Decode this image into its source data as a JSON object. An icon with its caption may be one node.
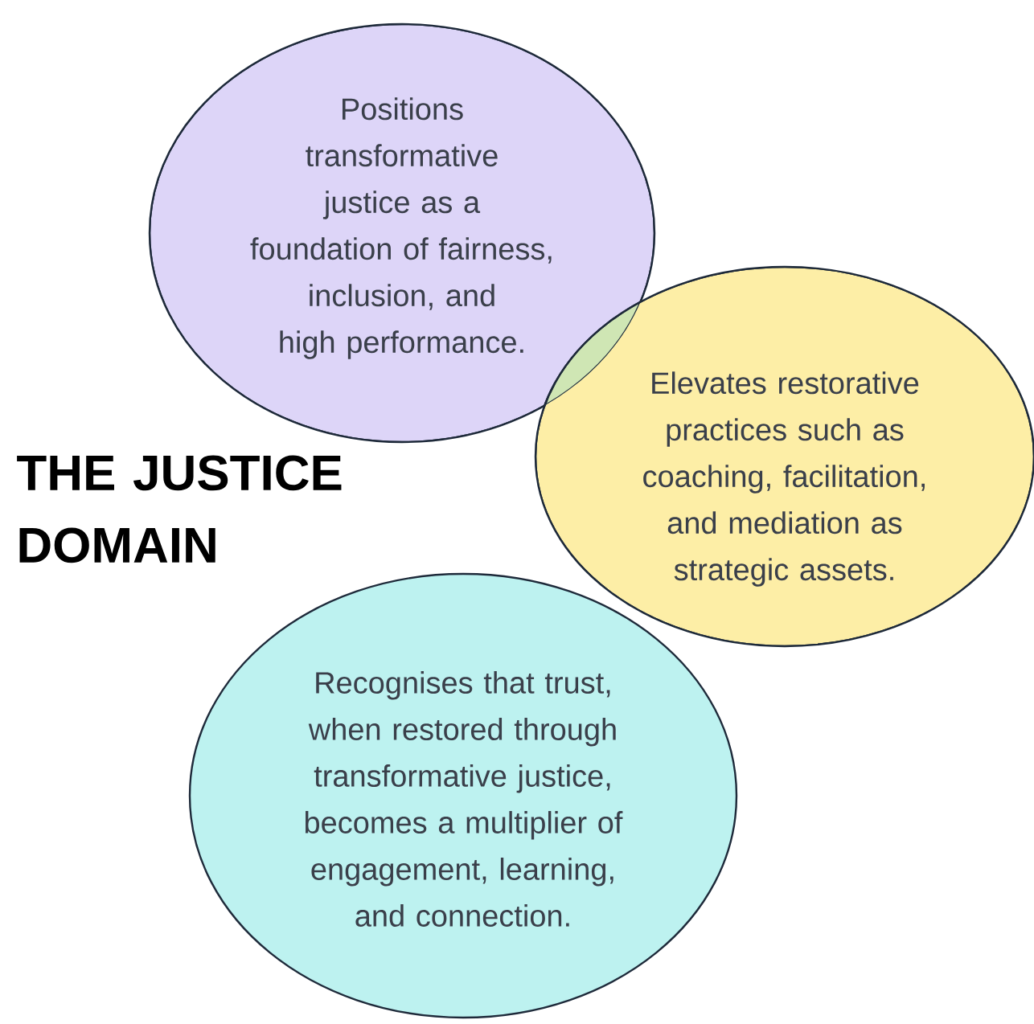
{
  "diagram": {
    "title": "THE JUSTICE DOMAIN",
    "nodes": [
      {
        "text": [
          "Positions transformative justice as a foundation of fairness, inclusion, and high performance."
        ]
      },
      {
        "text": [
          "Elevates restorative practices such as coaching, facilitation, and mediation as strategic assets."
        ]
      },
      {
        "text": [
          "Recognises that trust, when restored through transformative justice, becomes a multiplier of engagement, learning, and connection."
        ]
      }
    ]
  }
}
